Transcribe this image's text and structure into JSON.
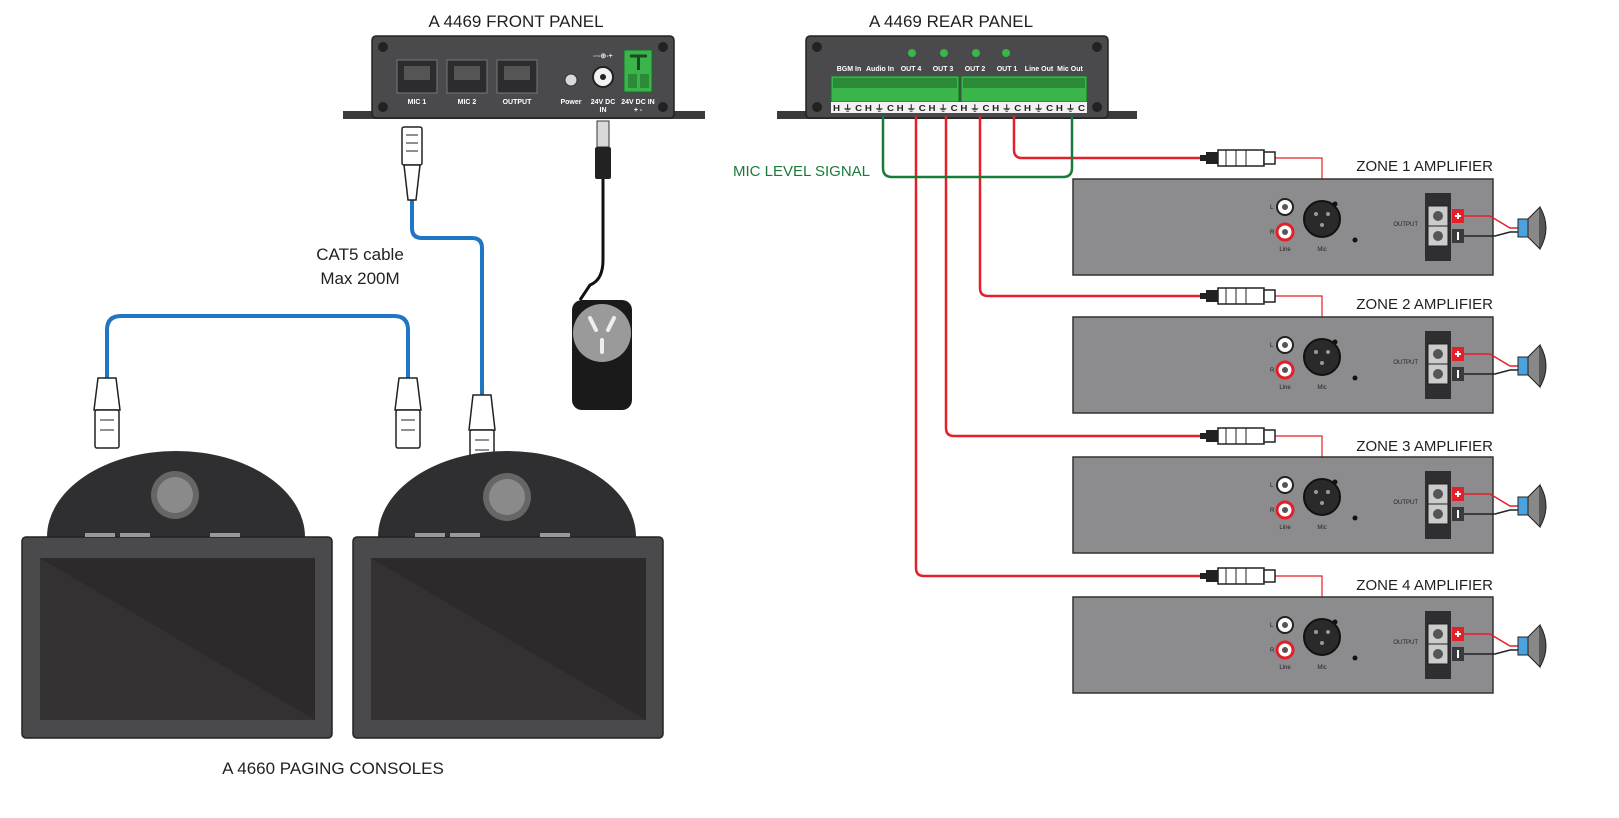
{
  "labels": {
    "front_panel": "A 4469 FRONT PANEL",
    "rear_panel": "A 4469 REAR PANEL",
    "cable_line1": "CAT5 cable",
    "cable_line2": "Max 200M",
    "mic_level": "MIC LEVEL SIGNAL",
    "consoles": "A 4660 PAGING CONSOLES"
  },
  "front_panel": {
    "mic1": "MIC 1",
    "mic2": "MIC 2",
    "output": "OUTPUT",
    "power": "Power",
    "dc_in_1": "24V DC",
    "dc_in_1b": "IN",
    "dc_in_2": "24V DC IN",
    "dc_in_2b": "+   -"
  },
  "rear_panel": {
    "bgm_in": "BGM In",
    "audio_in": "Audio In",
    "out4": "OUT 4",
    "out3": "OUT 3",
    "out2": "OUT 2",
    "out1": "OUT 1",
    "line_out": "Line Out",
    "mic_out": "Mic Out",
    "terminals": "H ⏚ C H ⏚ C H ⏚ C H ⏚ C H ⏚ C H ⏚ C H ⏚ C H ⏚ C"
  },
  "amplifiers": [
    {
      "title": "ZONE 1 AMPLIFIER"
    },
    {
      "title": "ZONE 2 AMPLIFIER"
    },
    {
      "title": "ZONE 3 AMPLIFIER"
    },
    {
      "title": "ZONE 4 AMPLIFIER"
    }
  ],
  "amp_labels": {
    "l": "L",
    "r": "R",
    "line": "Line",
    "mic": "Mic",
    "output": "OUTPUT"
  },
  "colors": {
    "device_dark": "#4a4a4c",
    "amp_gray": "#8c8c8e",
    "cat5_blue": "#1f77c4",
    "signal_red": "#e3202a",
    "mic_green": "#1a7a3a",
    "terminal_green": "#39b54a"
  }
}
